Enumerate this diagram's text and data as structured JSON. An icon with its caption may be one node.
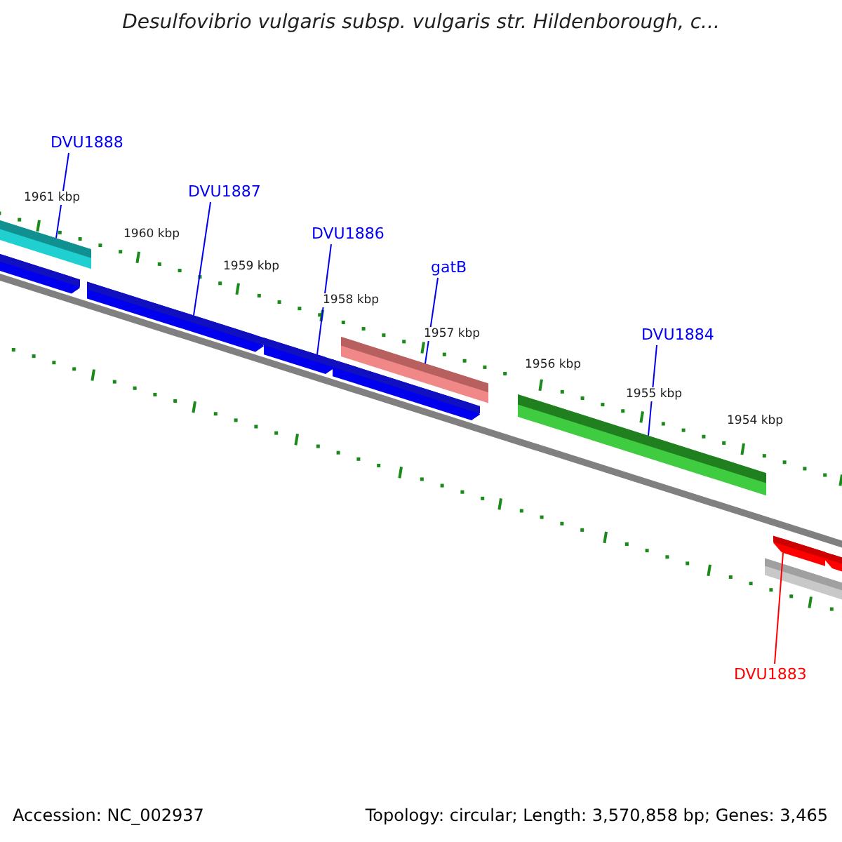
{
  "diagram": {
    "title": "Desulfovibrio vulgaris subsp. vulgaris str. Hildenborough, c...",
    "nodes": [
      {
        "text": [
          "DVU1888"
        ]
      },
      {
        "text": [],
        "shape": "bar"
      },
      {
        "text": [
          "DVU1887"
        ]
      },
      {
        "text": [],
        "shape": "bar"
      },
      {
        "text": [
          "DVU1886"
        ]
      },
      {
        "text": [],
        "shape": "bar"
      },
      {
        "text": [
          "gatB"
        ]
      },
      {
        "text": [],
        "shape": "bar"
      },
      {
        "text": [
          "DVU1884"
        ]
      },
      {
        "text": [],
        "shape": "bar"
      },
      {
        "text": [
          "DVU1883"
        ]
      },
      {
        "text": [],
        "shape": "bar"
      }
    ],
    "edges": [
      {
        "from": 0,
        "to": 1,
        "arrow": "none"
      },
      {
        "from": 2,
        "to": 3,
        "arrow": "none"
      },
      {
        "from": 4,
        "to": 5,
        "arrow": "none"
      },
      {
        "from": 6,
        "to": 7,
        "arrow": "none"
      },
      {
        "from": 8,
        "to": 9,
        "arrow": "none"
      },
      {
        "from": 10,
        "to": 11,
        "arrow": "none",
        "color": "#ff0000"
      }
    ],
    "labels": [
      "1961 kbp",
      "1960 kbp",
      "1959 kbp",
      "1958 kbp",
      "1957 kbp",
      "1956 kbp",
      "1955 kbp",
      "1954 kbp",
      "Accession: NC_002937",
      "Topology: circular; Length: 3,570,858 bp; Genes: 3,465"
    ]
  }
}
